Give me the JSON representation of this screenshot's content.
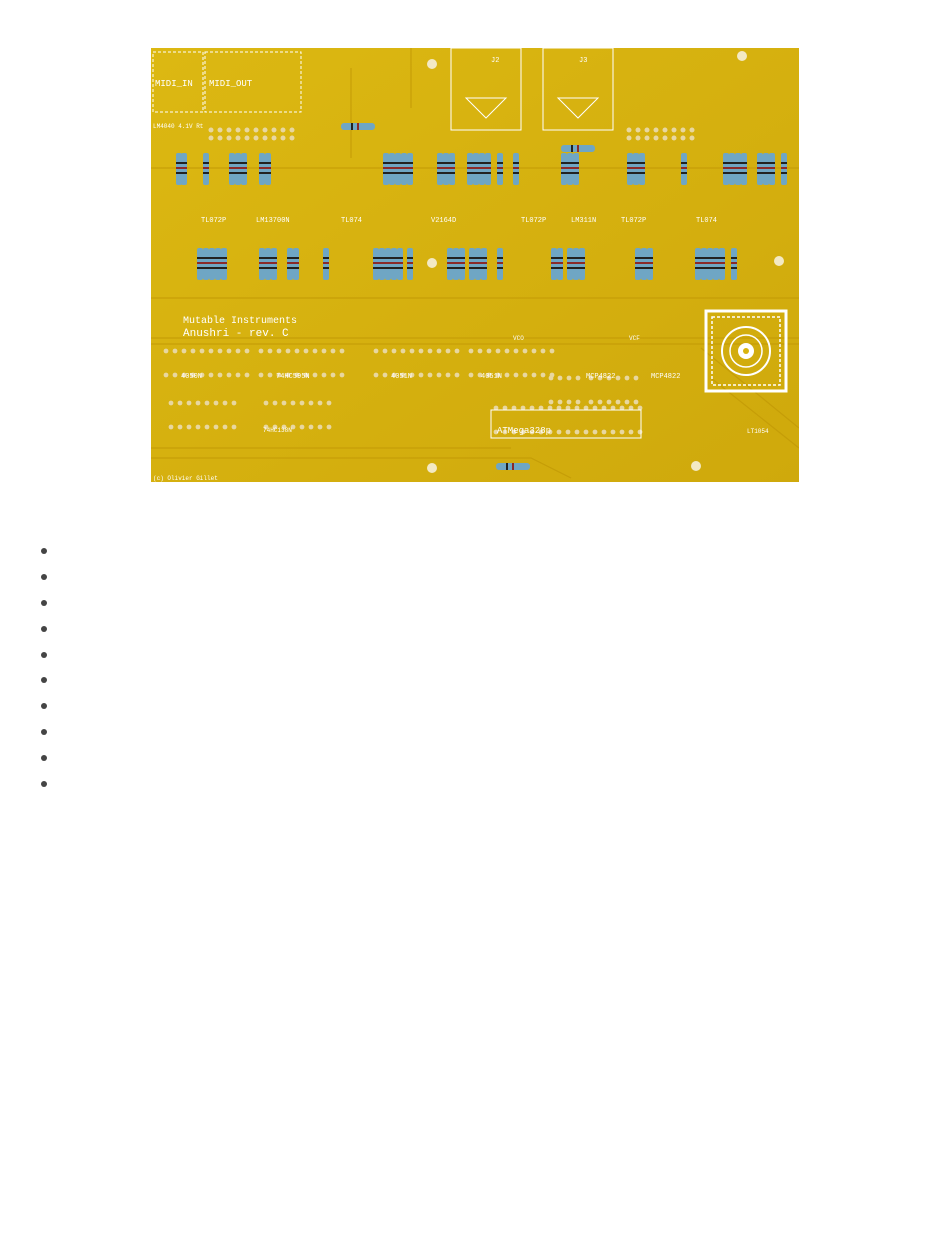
{
  "photo": {
    "alt_name": "pcb-photo",
    "silkscreen": {
      "midi_in": "MIDI_IN",
      "midi_out": "MIDI_OUT",
      "power": "LM4040 4.1V Rt",
      "brand": "Mutable Instruments",
      "model": "Anushri - rev. C",
      "credit": "(c) Olivier Gillet",
      "vco": "VCO",
      "vcf": "VCF",
      "j2": "J2",
      "j3": "J3",
      "chips_row1": [
        "TL072P",
        "LM13700N",
        "TL074",
        "V2164D",
        "TL072P",
        "LM311N",
        "TL072P",
        "TL074"
      ],
      "chips_row2": [
        "4050N",
        "74HC595N",
        "4051N",
        "4051N",
        "MCP4822",
        "MCP4822"
      ],
      "chips_row3": [
        "74HC138N",
        "ATMega328p",
        "LT1054"
      ]
    },
    "colors": {
      "board": "#d9b40f",
      "silk": "#ffffff",
      "pad": "#e8d7a0"
    }
  },
  "list": {
    "items": [
      "",
      "",
      "",
      "",
      "",
      "",
      "",
      "",
      "",
      ""
    ]
  }
}
